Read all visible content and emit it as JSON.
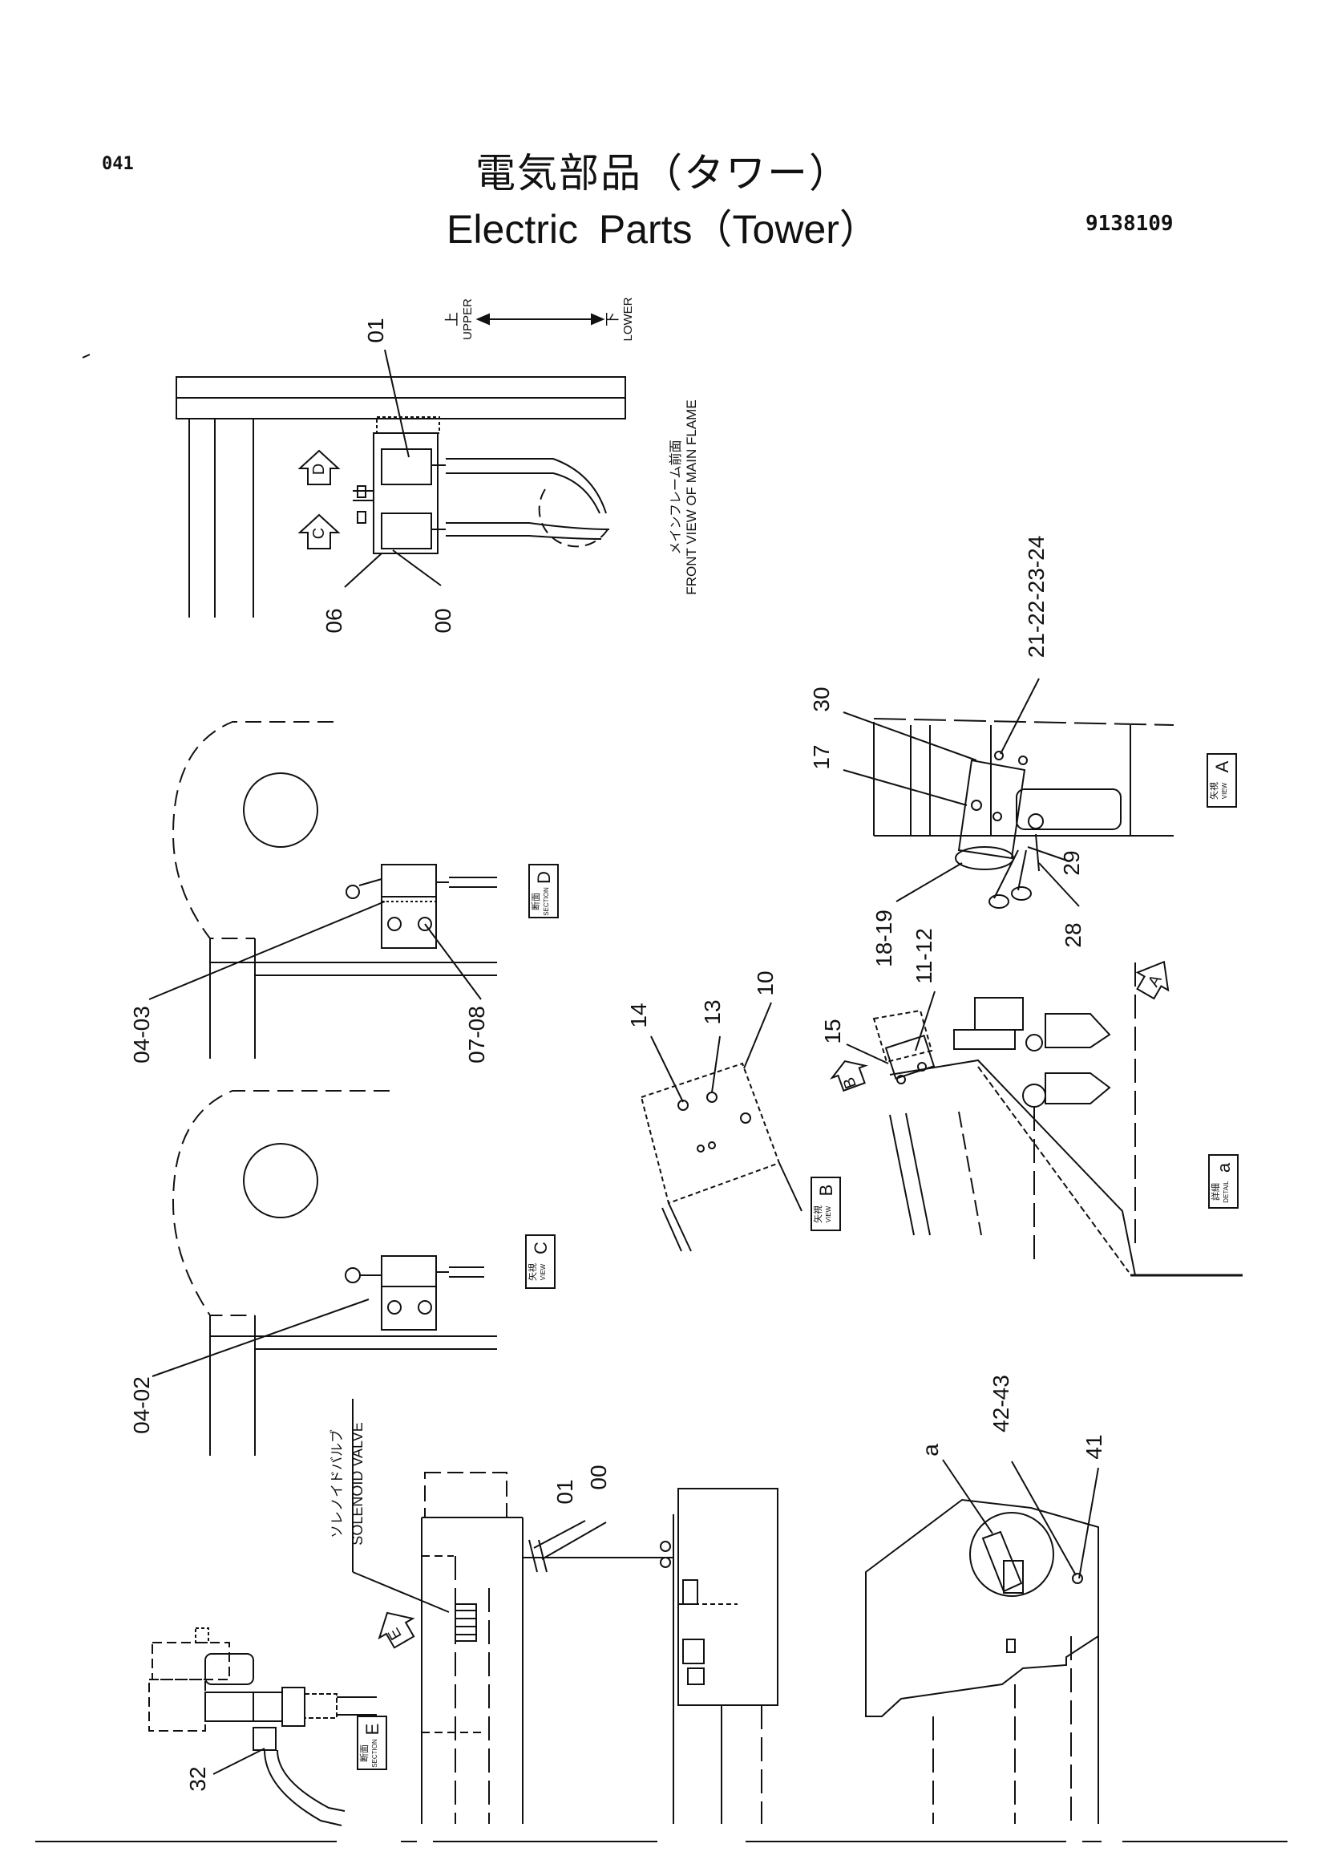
{
  "header": {
    "page_number": "041",
    "title_jp": "電気部品（タワー）",
    "title_en": "Electric  Parts（Tower）",
    "doc_code": "9138109"
  },
  "orientation": {
    "upper_jp": "上",
    "upper_en": "UPPER",
    "lower_jp": "下",
    "lower_en": "LOWER"
  },
  "captions": {
    "front_view_jp": "メインフレーム前面",
    "front_view_en": "FRONT VIEW OF MAIN FLAME",
    "solenoid_jp": "ソレノイドバルブ",
    "solenoid_en": "SOLENOID VALVE"
  },
  "view_labels": {
    "view_a": {
      "jp": "矢視",
      "en": "VIEW",
      "letter": "A"
    },
    "view_b": {
      "jp": "矢視",
      "en": "VIEW",
      "letter": "B"
    },
    "view_c": {
      "jp": "矢視",
      "en": "VIEW",
      "letter": "C"
    },
    "section_d": {
      "jp": "断面",
      "en": "SECTION",
      "letter": "D"
    },
    "section_e": {
      "jp": "断面",
      "en": "SECTION",
      "letter": "E"
    },
    "detail_a": {
      "jp": "詳細",
      "en": "DETAIL",
      "letter": "a"
    }
  },
  "arrow_markers": [
    "D",
    "C",
    "A",
    "B",
    "E"
  ],
  "callouts": {
    "c01": "01",
    "c06": "06",
    "c00": "00",
    "c21": "21-22-23-24",
    "c30": "30",
    "c17": "17",
    "c29": "29",
    "c28": "28",
    "c18": "18-19",
    "c11": "11-12",
    "c10": "10",
    "c13": "13",
    "c14": "14",
    "c15": "15",
    "c0403": "04-03",
    "c0708": "07-08",
    "c0402": "04-02",
    "c01b": "01",
    "c00b": "00",
    "c4243": "42-43",
    "c41": "41",
    "ca": "a",
    "c32": "32"
  }
}
